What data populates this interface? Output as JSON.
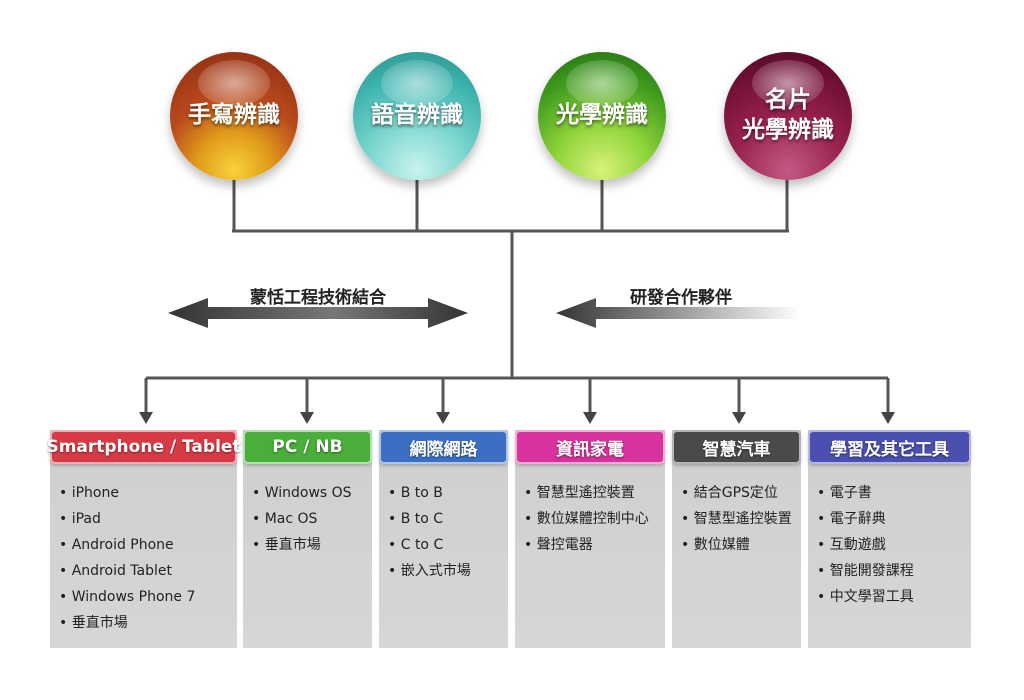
{
  "spheres": [
    {
      "lines": [
        "手寫辨識"
      ],
      "color": "#b9491c"
    },
    {
      "lines": [
        "語音辨識"
      ],
      "color": "#3db3ad"
    },
    {
      "lines": [
        "光學辨識"
      ],
      "color": "#3f9a1e"
    },
    {
      "lines": [
        "名片",
        "光學辨識"
      ],
      "color": "#9a2250"
    }
  ],
  "arrows": {
    "left_label": "蒙恬工程技術結合",
    "right_label": "研發合作夥伴"
  },
  "columns": [
    {
      "header": "Smartphone / Tablet",
      "color": "#d83a45",
      "items": [
        "iPhone",
        "iPad",
        "Android Phone",
        "Android Tablet",
        "Windows Phone 7",
        "垂直市場"
      ]
    },
    {
      "header": "PC / NB",
      "color": "#4aae3a",
      "items": [
        "Windows OS",
        "Mac OS",
        "垂直市場"
      ]
    },
    {
      "header": "網際網路",
      "color": "#3c6fc4",
      "items": [
        "B to B",
        "B to C",
        "C to C",
        "嵌入式市場"
      ]
    },
    {
      "header": "資訊家電",
      "color": "#d8329c",
      "items": [
        "智慧型遙控裝置",
        "數位媒體控制中心",
        "聲控電器"
      ]
    },
    {
      "header": "智慧汽車",
      "color": "#4a4a4a",
      "items": [
        "結合GPS定位",
        "智慧型遙控裝置",
        "數位媒體"
      ]
    },
    {
      "header": "學習及其它工具",
      "color": "#4a4fb0",
      "items": [
        "電子書",
        "電子辭典",
        "互動遊戲",
        "智能開發課程",
        "中文學習工具"
      ]
    }
  ]
}
